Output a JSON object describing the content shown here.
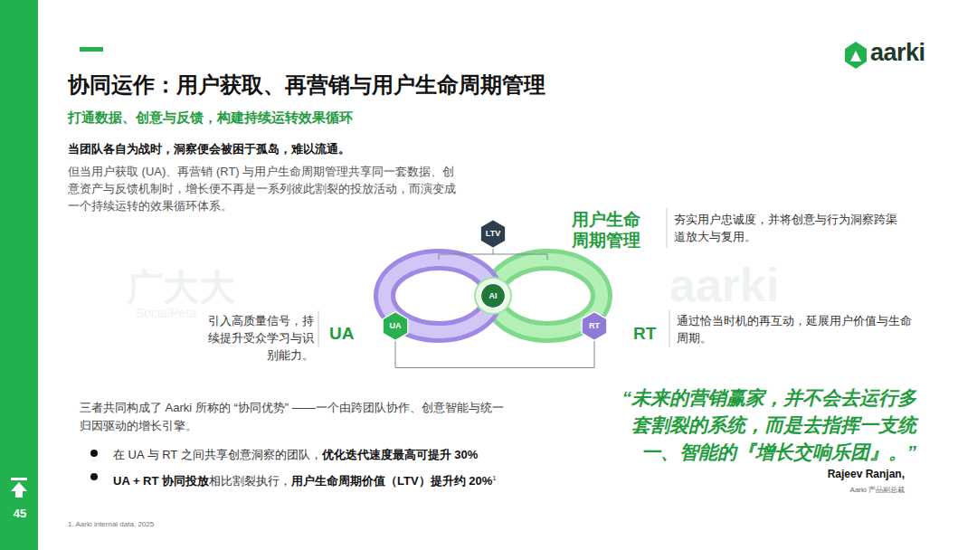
{
  "diagram": {
    "title": "协同运作：用户获取、再营销与用户生命周期管理",
    "nodes": [
      {
        "text": [
          "LTV"
        ]
      },
      {
        "text": [
          "AI"
        ]
      },
      {
        "text": [
          "UA"
        ]
      },
      {
        "text": [
          "RT"
        ]
      }
    ],
    "edges": [
      {
        "from": 2,
        "to": 3,
        "arrow": "none"
      }
    ],
    "labels": [
      "aarki",
      "打通数据、创意与反馈，构建持续运转效果循环",
      "当团队各自为战时，洞察便会被困于孤岛，难以流通。",
      "但当用户获取 (UA)、再营销 (RT) 与用户生命周期管理共享同一套数据、创意资产与反馈机制时，增长便不再是一系列彼此割裂的投放活动，而演变成一个持续运转的效果循环体系。",
      "用户生命周期管理",
      "夯实用户忠诚度，并将创意与行为洞察跨渠道放大与复用。",
      "引入高质量信号，持续提升受众学习与识别能力。",
      "UA",
      "RT",
      "通过恰当时机的再互动，延展用户价值与生命周期。",
      "三者共同构成了 Aarki 所称的 “协同优势” ——一个由跨团队协作、创意智能与统一归因驱动的增长引擎。",
      "在 UA 与 RT 之间共享创意洞察的团队，",
      "优化迭代速度最高可提升 30%",
      "UA + RT 协同投放",
      "相比割裂执行，",
      "用户生命周期价值（LTV）提升约 20%",
      "1",
      "“未来的营销赢家，并不会去运行多套割裂的系统，而是去指挥一支统一、智能的『增长交响乐团』。”",
      "Rajeev Ranjan,",
      "Aarki 产品副总裁",
      "1. Aarki internal data, 2025",
      "45",
      "广大大",
      "SocialPeta",
      "aarki"
    ]
  }
}
